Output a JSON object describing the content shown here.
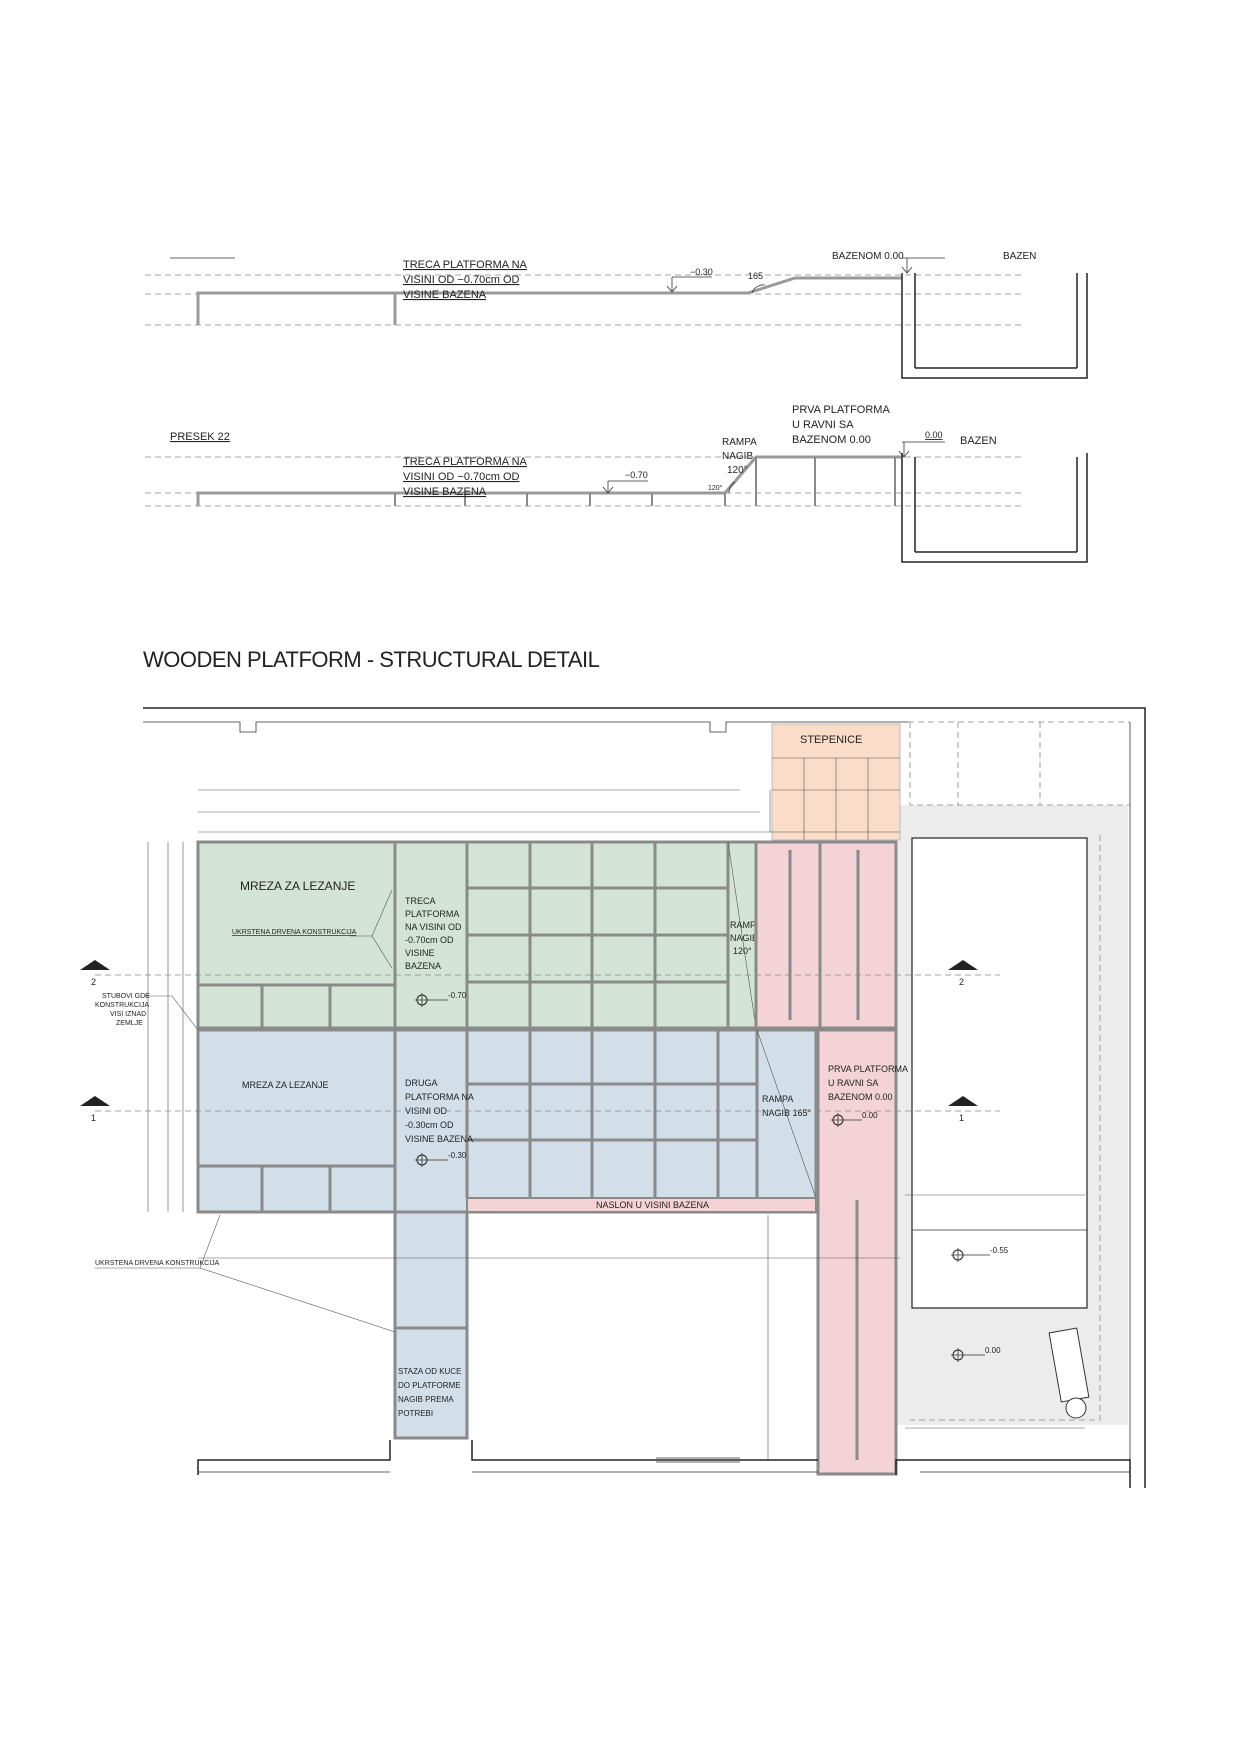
{
  "sections": {
    "upper": {
      "cut_label_1": "BAZENOM 0.00",
      "cut_label_2": "BAZEN",
      "platform_text": [
        "TRECA PLATFORMA NA",
        "VISINI OD −0.70cm OD",
        "VISINE BAZENA"
      ],
      "level": "−0.30",
      "angle": "165"
    },
    "lower": {
      "title": "PRESEK 22",
      "platform_text": [
        "TRECA PLATFORMA NA",
        "VISINI OD −0.70cm OD",
        "VISINE BAZENA"
      ],
      "level": "−0.70",
      "ramp_text": [
        "RAMPA",
        "NAGIB",
        "120°"
      ],
      "ramp_angle": "120°",
      "first_platform": [
        "PRVA PLATFORMA",
        "U RAVNI SA",
        "BAZENOM 0.00"
      ],
      "pool_level": "0.00",
      "pool_label": "BAZEN"
    }
  },
  "detail_title": "WOODEN PLATFORM - STRUCTURAL DETAIL",
  "plan": {
    "stairs": "STEPENICE",
    "green_zone": {
      "label": "MREZA ZA LEZANJE",
      "sublabel": "UKRSTENA DRVENA KONSTRUKCIJA",
      "platform": [
        "TRECA",
        "PLATFORMA",
        "NA VISINI OD",
        "-0.70cm OD",
        "VISINE",
        "BAZENA"
      ],
      "level": "-0.70",
      "ramp": [
        "RAMPA",
        "NAGIB",
        "120°"
      ]
    },
    "blue_zone": {
      "label": "MREZA ZA LEZANJE",
      "platform": [
        "DRUGA",
        "PLATFORMA NA",
        "VISINI OD",
        "-0.30cm OD",
        "VISINE BAZENA"
      ],
      "level": "-0.30",
      "ramp": [
        "RAMPA",
        "NAGIB 165°"
      ]
    },
    "pink_zone": {
      "platform": [
        "PRVA PLATFORMA",
        "U RAVNI SA",
        "BAZENOM 0.00"
      ],
      "level": "0.00",
      "edge": "NASLON U VISINI BAZENA"
    },
    "path": [
      "STAZA OD KUCE",
      "DO PLATFORME",
      "NAGIB PREMA",
      "POTREBI"
    ],
    "columns_note": [
      "STUBOVI GDE",
      "KONSTRUKCIJA",
      "VISI IZNAD",
      "ZEMLJE"
    ],
    "cross_note": "UKRSTENA DRVENA KONSTRUKCIJA",
    "pool_levels": [
      "-0.55",
      "0.00"
    ],
    "axis_labels": [
      "2",
      "1"
    ]
  },
  "colors": {
    "green": "#d3e4d6",
    "blue": "#d2dfe8",
    "pink": "#f4d3d6",
    "orange": "#f9ddc8",
    "pool_surround": "#ececec"
  }
}
